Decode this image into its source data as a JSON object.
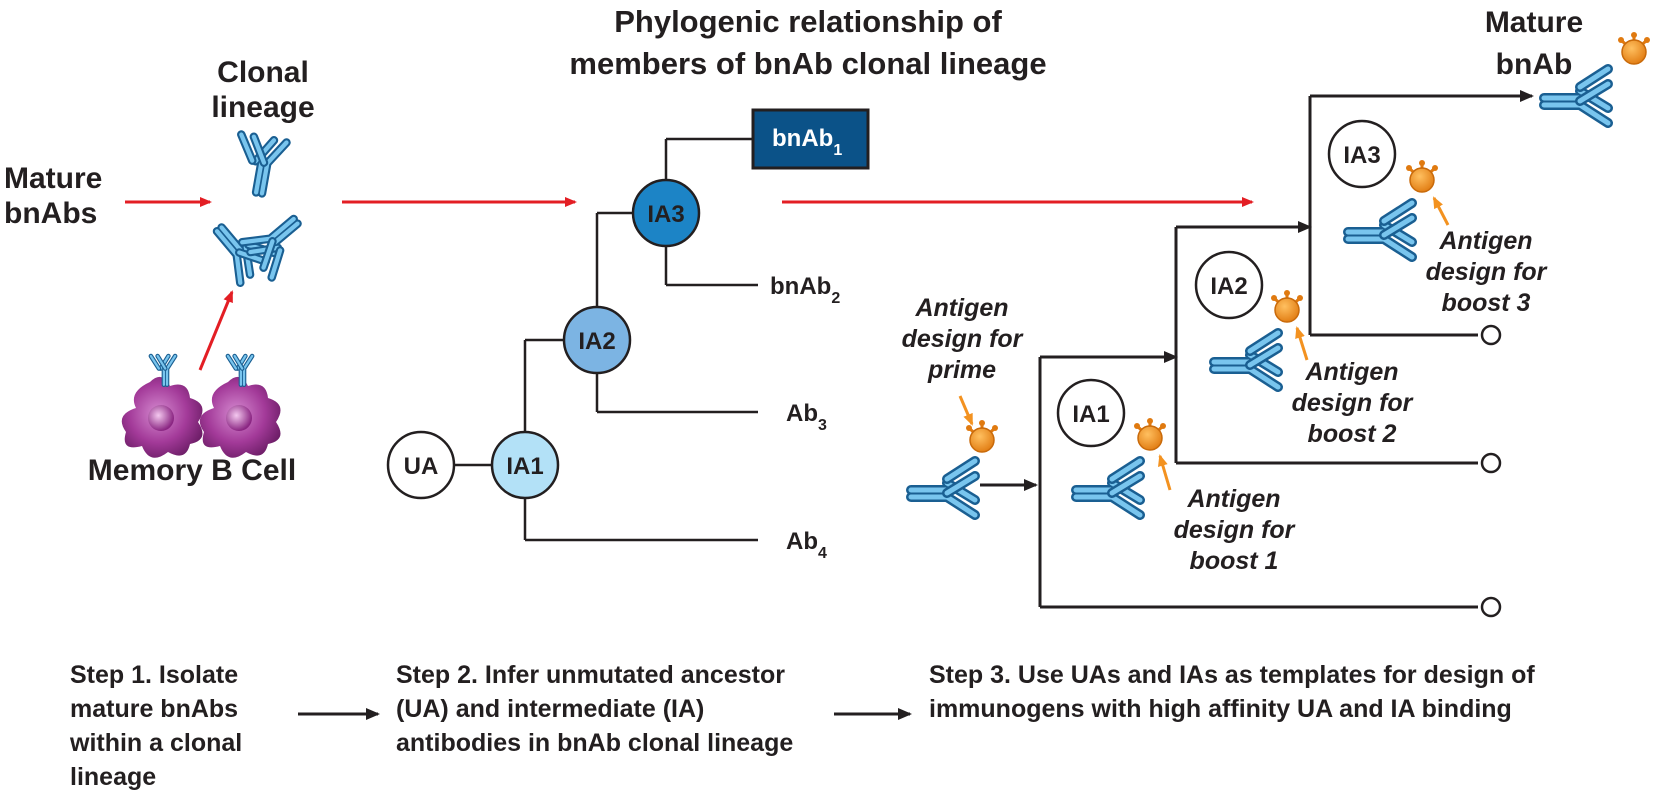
{
  "panel1": {
    "title_line1": "Clonal",
    "title_line2": "lineage",
    "mature_line1": "Mature",
    "mature_line2": "bnAbs",
    "memory_label": "Memory B Cell"
  },
  "panel2": {
    "title_line1": "Phylogenic relationship of",
    "title_line2": "members of  bnAb clonal lineage",
    "nodes": {
      "ua": "UA",
      "ia1": "IA1",
      "ia2": "IA2",
      "ia3": "IA3"
    },
    "leaves": {
      "bnab1_base": "bnAb",
      "bnab1_sub": "1",
      "bnab2_base": "bnAb",
      "bnab2_sub": "2",
      "ab3_base": "Ab",
      "ab3_sub": "3",
      "ab4_base": "Ab",
      "ab4_sub": "4"
    }
  },
  "panel3": {
    "mature_line1": "Mature",
    "mature_line2": "bnAb",
    "nodes": {
      "ia1": "IA1",
      "ia2": "IA2",
      "ia3": "IA3"
    },
    "prime": [
      "Antigen",
      "design for",
      "prime"
    ],
    "boost1": [
      "Antigen",
      "design for",
      "boost 1"
    ],
    "boost2": [
      "Antigen",
      "design for",
      "boost 2"
    ],
    "boost3": [
      "Antigen",
      "design for",
      "boost 3"
    ]
  },
  "steps": {
    "step1": [
      "Step 1. Isolate",
      "mature bnAbs",
      "within a clonal",
      "lineage"
    ],
    "step2": [
      "Step 2. Infer unmutated ancestor",
      "(UA) and intermediate (IA)",
      "antibodies in bnAb clonal lineage"
    ],
    "step3": [
      "Step 3. Use UAs and IAs as templates for design of",
      "immunogens with high affinity UA and IA binding"
    ]
  },
  "colors": {
    "red_arrow": "#e31e24",
    "orange": "#f39220",
    "antibody_blue": "#2a8fc7",
    "ia3_fill": "#1c84c6",
    "ia2_fill": "#7cb4e3",
    "ia1_fill": "#b3e1f7",
    "bnab_box": "#0b5288",
    "purple_cell": "#9c2f90"
  }
}
